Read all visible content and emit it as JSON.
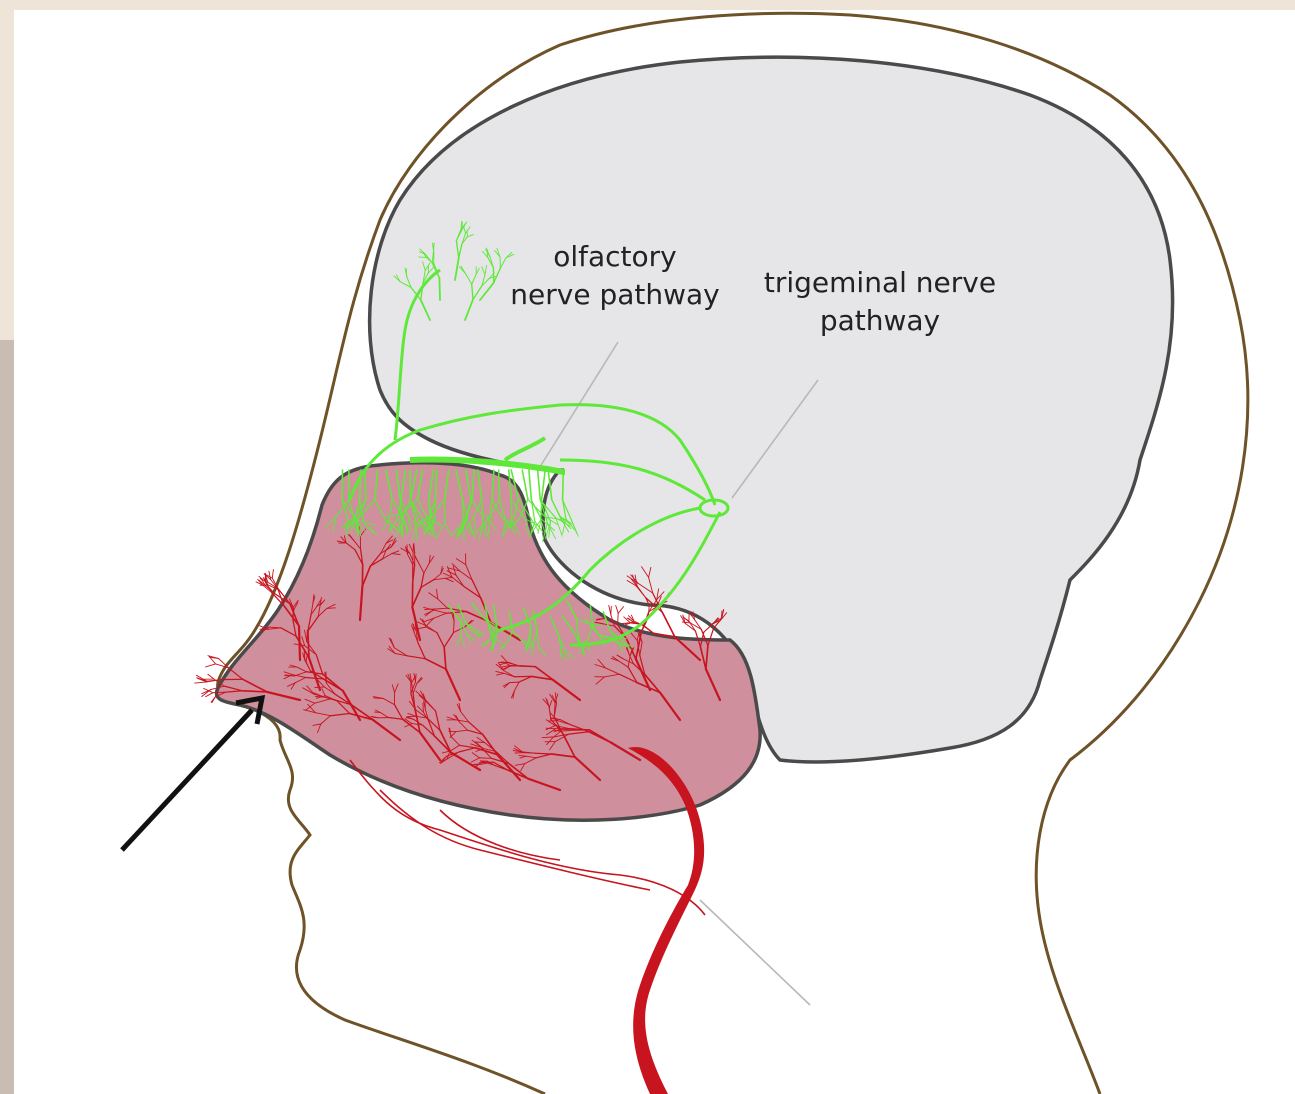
{
  "labels": {
    "olfactory_line1": "olfactory",
    "olfactory_line2": "nerve pathway",
    "trigeminal_line1": "trigeminal nerve",
    "trigeminal_line2": "pathway"
  },
  "colors": {
    "brain_fill": "#e6e6e8",
    "brain_outline": "#4a4a4a",
    "head_outline": "#6e5228",
    "nasal_fill": "#cf8f9d",
    "nerve_green": "#5fe83a",
    "vessel_red": "#c8141e",
    "arrow": "#111111",
    "leader_line": "#b8b8b8",
    "background_beige": "#efe4d8"
  },
  "icons": {
    "entry_arrow": "arrow-up-right-icon"
  }
}
